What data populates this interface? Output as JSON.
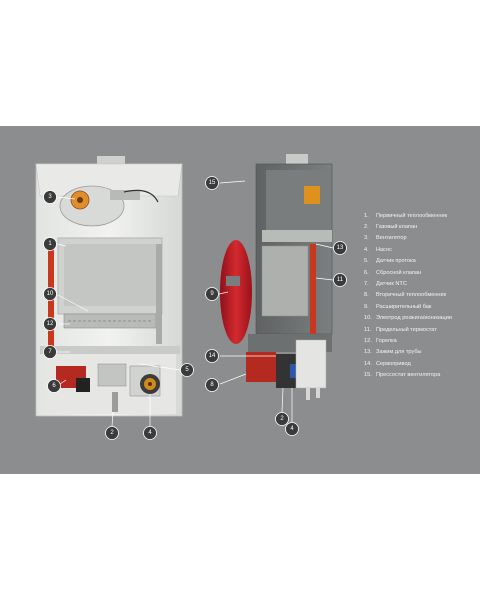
{
  "legend": [
    {
      "num": "1.",
      "text": "Первичный теплообменник"
    },
    {
      "num": "2.",
      "text": "Газовый клапан"
    },
    {
      "num": "3.",
      "text": "Вентилятор"
    },
    {
      "num": "4.",
      "text": "Насос"
    },
    {
      "num": "5.",
      "text": "Датчик протока"
    },
    {
      "num": "6.",
      "text": "Сбросной клапан"
    },
    {
      "num": "7.",
      "text": "Датчик NTC"
    },
    {
      "num": "8.",
      "text": "Вторичный теплообменник"
    },
    {
      "num": "9.",
      "text": "Расширительный бак"
    },
    {
      "num": "10.",
      "text": "Электрод розжига/ионизации"
    },
    {
      "num": "11.",
      "text": "Предельный термостат"
    },
    {
      "num": "12.",
      "text": "Горелка"
    },
    {
      "num": "13.",
      "text": "Зажим для трубы"
    },
    {
      "num": "14.",
      "text": "Сервопривод"
    },
    {
      "num": "15.",
      "text": "Прессостат вентилятора"
    }
  ],
  "callouts": {
    "left": [
      "3",
      "1",
      "10",
      "12",
      "7",
      "5",
      "6",
      "2",
      "4"
    ],
    "right": [
      "15",
      "13",
      "11",
      "9",
      "14",
      "8",
      "2",
      "4"
    ]
  },
  "colors": {
    "background": "#8b8d8e",
    "callout_fill": "#3b3b3b",
    "pipe_red": "#c7381e",
    "tank_red": "#c8202a"
  }
}
